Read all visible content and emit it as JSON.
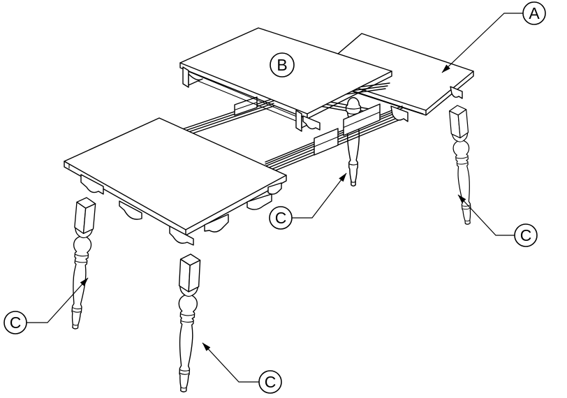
{
  "diagram": {
    "kind": "exploded-assembly-line-drawing",
    "subject": "extension-dining-table-with-turned-legs",
    "colors": {
      "background": "#ffffff",
      "line": "#000000"
    },
    "callouts": {
      "a": {
        "label": "A"
      },
      "b": {
        "label": "B"
      },
      "c_back": {
        "label": "C"
      },
      "c_right": {
        "label": "C"
      },
      "c_left": {
        "label": "C"
      },
      "c_front": {
        "label": "C"
      }
    }
  }
}
